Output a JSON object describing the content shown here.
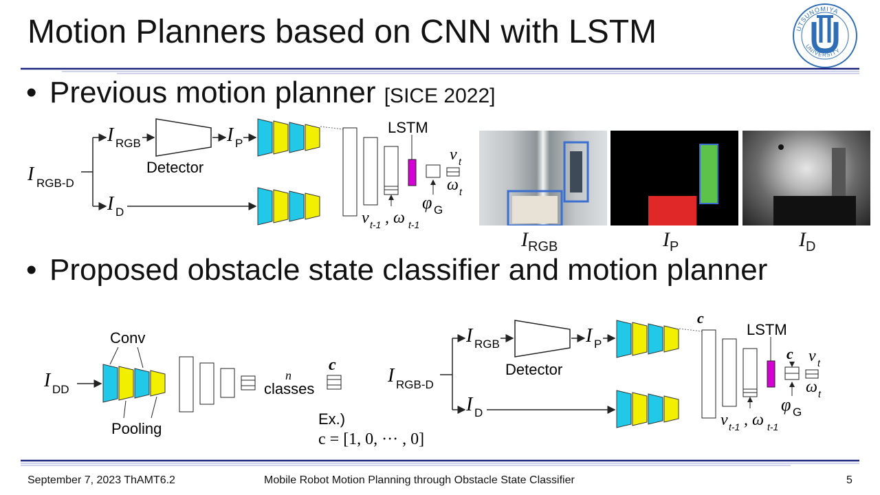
{
  "slide": {
    "title": "Motion Planners based on CNN with LSTM",
    "bullet1": "Previous motion planner",
    "bullet1_cite": "[SICE 2022]",
    "bullet2": "Proposed obstacle state classifier and motion planner"
  },
  "diagram_top": {
    "input": "I",
    "input_sub": "RGB-D",
    "rgb": "I",
    "rgb_sub": "RGB",
    "p": "I",
    "p_sub": "P",
    "d": "I",
    "d_sub": "D",
    "detector": "Detector",
    "lstm": "LSTM",
    "v": "v",
    "v_sub": "t",
    "w": "ω",
    "w_sub": "t",
    "phi": "φ",
    "phi_sub": "G",
    "prev": "v",
    "prev_sub": "t-1",
    "prev_w": ", ω",
    "prev_w_sub": "t-1"
  },
  "images": {
    "rgb_label": "I",
    "rgb_sub": "RGB",
    "p_label": "I",
    "p_sub": "P",
    "d_label": "I",
    "d_sub": "D"
  },
  "diagram_classifier": {
    "input": "I",
    "input_sub": "DD",
    "conv": "Conv",
    "pooling": "Pooling",
    "n": "n",
    "classes": "classes",
    "c": "c",
    "example_label": "Ex.)",
    "example": "c = [1, 0, ··· , 0]"
  },
  "diagram_planner": {
    "input": "I",
    "input_sub": "RGB-D",
    "rgb": "I",
    "rgb_sub": "RGB",
    "p": "I",
    "p_sub": "P",
    "d": "I",
    "d_sub": "D",
    "detector": "Detector",
    "lstm": "LSTM",
    "c_top": "c",
    "c_right": "c",
    "v": "v",
    "v_sub": "t",
    "w": "ω",
    "w_sub": "t",
    "phi": "φ",
    "phi_sub": "G",
    "prev": "v",
    "prev_sub": "t-1",
    "prev_w": ", ω",
    "prev_w_sub": "t-1"
  },
  "footer": {
    "date": "September 7, 2023 ThAMT6.2",
    "title": "Mobile Robot Motion Planning through Obstacle State Classifier",
    "page": "5"
  },
  "logo": {
    "text_top": "UTSUNOMIYA",
    "text_bottom": "UNIVERSITY",
    "monogram": "UU"
  },
  "colors": {
    "cyan": "#22c8e8",
    "yellow": "#f2ef00",
    "magenta": "#d400d4",
    "rule_dark": "#1a237e",
    "rule_light": "#9fa8da",
    "logo_blue": "#2f6db5",
    "box_blue": "#3a6fd0",
    "box_red": "#e02828",
    "box_green": "#5cc24a"
  }
}
